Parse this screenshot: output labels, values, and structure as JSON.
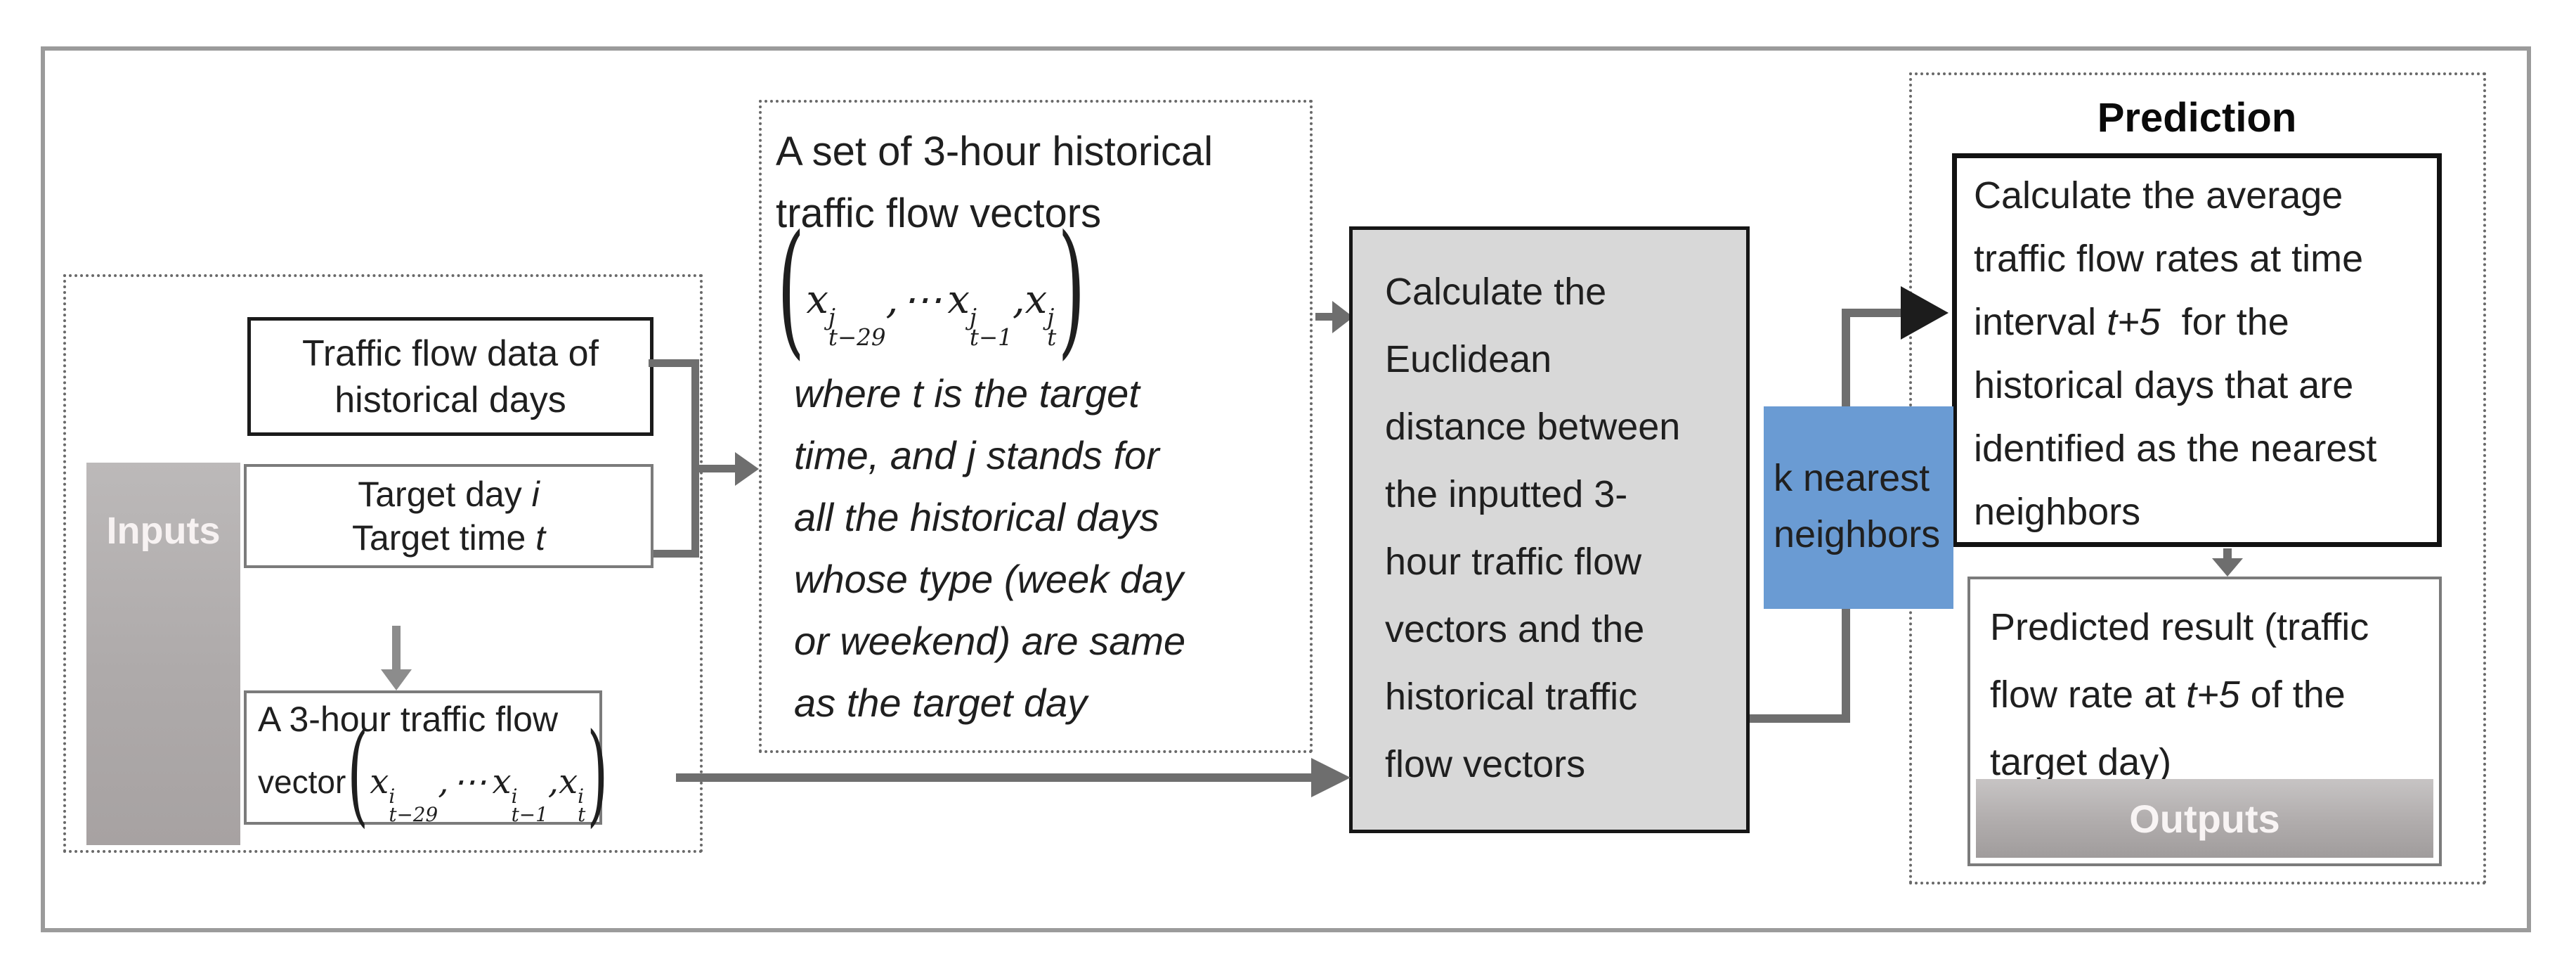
{
  "inputs_group": {
    "label": "Inputs",
    "traffic_box": {
      "line1": "Traffic flow data of",
      "line2": "historical days"
    },
    "target_box": {
      "line1_pre": "Target day ",
      "line1_var": "i",
      "line2_pre": "Target time ",
      "line2_var": "t"
    },
    "vector_box": {
      "line1": "A 3-hour traffic flow",
      "prefix": "vector",
      "formula": {
        "open": "(",
        "base": "x",
        "sup": "i",
        "sub1": "t−29",
        "sub2": "t−1",
        "sub3": "t",
        "comma": ",",
        "dots": "⋯",
        "close": ")"
      }
    }
  },
  "middle_box": {
    "line1": "A set of 3-hour historical",
    "line2": "traffic flow vectors",
    "formula": {
      "open": "(",
      "base": "x",
      "sup": "j",
      "sub1": "t−29",
      "sub2": "t−1",
      "sub3": "t",
      "comma": ",",
      "dots": "⋯",
      "close": ")"
    },
    "notes": [
      "where t is the target",
      "time, and j stands for",
      "all the historical days",
      "whose type (week day",
      "or weekend) are same",
      "as the target day"
    ]
  },
  "euclidean_box": {
    "lines": [
      "Calculate the",
      "Euclidean",
      "distance between",
      "the inputted 3-",
      "hour traffic flow",
      "vectors and the",
      "historical traffic",
      "flow vectors"
    ]
  },
  "knn_box": {
    "line1": "k nearest",
    "line2": "neighbors"
  },
  "prediction_group": {
    "title": "Prediction",
    "calc_box": {
      "line1": "Calculate the average",
      "line2": "traffic flow rates at time",
      "line3_pre": "interval ",
      "line3_var": "t+5",
      "line3_post": "  for the",
      "line4": "historical days that are",
      "line5": "identified as the nearest",
      "line6": "neighbors"
    },
    "result_box": {
      "line1": "Predicted result (traffic",
      "line2_pre": "flow rate at ",
      "line2_var": "t+5",
      "line2_post": " of the",
      "line3": "target day)"
    },
    "outputs_label": "Outputs"
  },
  "colors": {
    "knn_blue": "#6a9bd3",
    "process_gray": "#d8d8d8",
    "arrow_gray": "#6e6e6e",
    "banner_gray": "#b5b1b1",
    "frame_gray": "#9b9b9b"
  }
}
